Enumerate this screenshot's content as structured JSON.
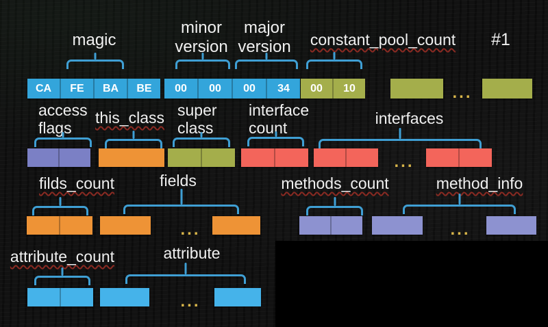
{
  "palette": {
    "text": "#f0f0f0",
    "brace": "#3f9fd4",
    "dots": "#d9b64a",
    "squiggle": "#8a2a22",
    "box_blue": "#33a5db",
    "box_blue_bright": "#45b3ea",
    "box_green": "#a4ae4b",
    "box_orange": "#ee9336",
    "box_red": "#f3655b",
    "box_purple": "#7b80c5",
    "box_purple_light": "#8d92d0",
    "overlay_black": "#000000"
  },
  "badge": "#1",
  "ellipsis": "...",
  "row1": {
    "magic_label": "magic",
    "minor_label_1": "minor",
    "minor_label_2": "version",
    "major_label_1": "major",
    "major_label_2": "version",
    "cpc_label": "constant_pool_count",
    "magic_cells": [
      "CA",
      "FE",
      "BA",
      "BE"
    ],
    "version_cells": [
      "00",
      "00",
      "00",
      "34"
    ],
    "cpc_cells": [
      "00",
      "10"
    ]
  },
  "row2": {
    "access_label_1": "access",
    "access_label_2": "flags",
    "this_class_label": "this_class",
    "super_label_1": "super",
    "super_label_2": "class",
    "interface_count_label_1": "interface",
    "interface_count_label_2": "count",
    "interfaces_label": "interfaces"
  },
  "row3": {
    "fields_count_label": "filds_count",
    "fields_label": "fields",
    "methods_count_label": "methods_count",
    "method_info_label": "method_info"
  },
  "row4": {
    "attribute_count_label": "attribute_count",
    "attribute_label": "attribute"
  }
}
